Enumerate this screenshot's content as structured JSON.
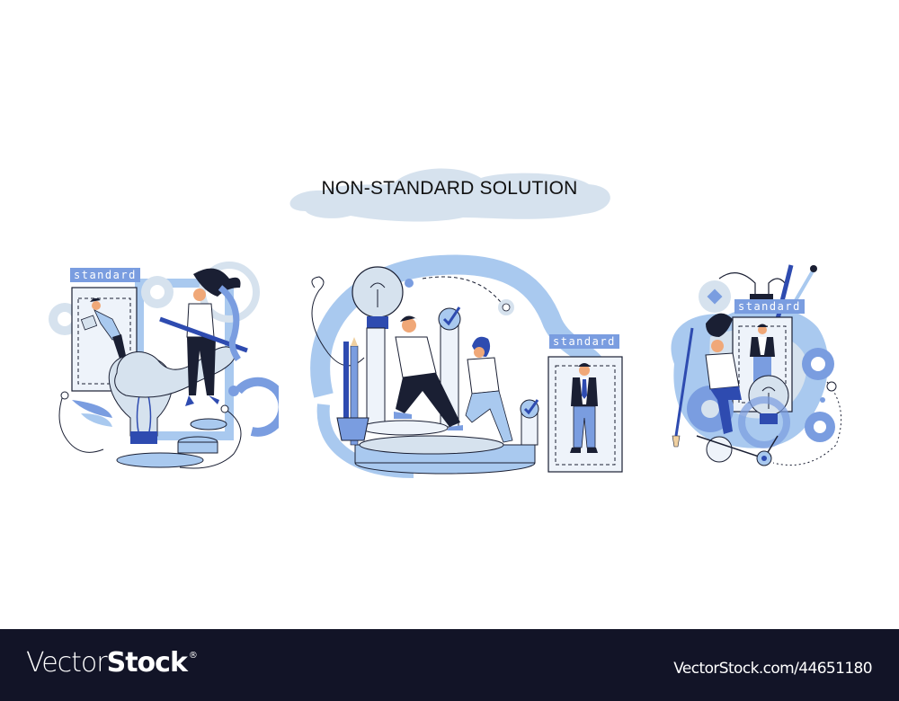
{
  "title": "NON-STANDARD SOLUTION",
  "colors": {
    "background": "#ffffff",
    "cloud": "#d6e2ee",
    "accent_light": "#a9c9ef",
    "accent_mid": "#7a9de0",
    "accent_dark": "#2e4bb0",
    "ink": "#1a1f33",
    "footer": "#121427"
  },
  "scenes": [
    {
      "label": "standard",
      "description": "Man reading document on standard frame; woman with pencil on light bulb with steps"
    },
    {
      "label": "standard",
      "description": "Man and woman running up steps past checkmark pillars and light bulb; standard figure in frame"
    },
    {
      "label": "standard",
      "description": "Woman on gears with paintbrush; standard figure board; light bulb and gears"
    }
  ],
  "footer": {
    "brand_light": "Vector",
    "brand_bold": "Stock",
    "brand_mark": "®",
    "image_id": "VectorStock.com/44651180"
  }
}
